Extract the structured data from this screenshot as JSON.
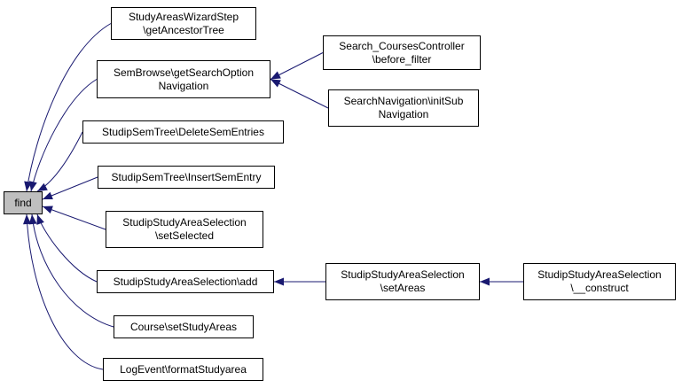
{
  "graph": {
    "nodes": {
      "find": {
        "label": "find",
        "root": true
      },
      "wizard": {
        "label": "StudyAreasWizardStep\n\\getAncestorTree"
      },
      "sembrowse": {
        "label": "SemBrowse\\getSearchOption\nNavigation"
      },
      "search_courses": {
        "label": "Search_CoursesController\n\\before_filter"
      },
      "search_nav": {
        "label": "SearchNavigation\\initSub\nNavigation"
      },
      "delete_sem": {
        "label": "StudipSemTree\\DeleteSemEntries"
      },
      "insert_sem": {
        "label": "StudipSemTree\\InsertSemEntry"
      },
      "set_selected": {
        "label": "StudipStudyAreaSelection\n\\setSelected"
      },
      "add": {
        "label": "StudipStudyAreaSelection\\add"
      },
      "set_areas": {
        "label": "StudipStudyAreaSelection\n\\setAreas"
      },
      "construct": {
        "label": "StudipStudyAreaSelection\n\\__construct"
      },
      "course_set": {
        "label": "Course\\setStudyAreas"
      },
      "log_event": {
        "label": "LogEvent\\formatStudyarea"
      }
    },
    "edges": [
      {
        "from": "wizard",
        "to": "find"
      },
      {
        "from": "sembrowse",
        "to": "find"
      },
      {
        "from": "delete_sem",
        "to": "find"
      },
      {
        "from": "insert_sem",
        "to": "find"
      },
      {
        "from": "set_selected",
        "to": "find"
      },
      {
        "from": "add",
        "to": "find"
      },
      {
        "from": "course_set",
        "to": "find"
      },
      {
        "from": "log_event",
        "to": "find"
      },
      {
        "from": "search_courses",
        "to": "sembrowse"
      },
      {
        "from": "search_nav",
        "to": "sembrowse"
      },
      {
        "from": "set_areas",
        "to": "add"
      },
      {
        "from": "construct",
        "to": "set_areas"
      }
    ],
    "colors": {
      "edge": "#191970",
      "root_fill": "#bfbfbf",
      "border": "#000000"
    }
  }
}
